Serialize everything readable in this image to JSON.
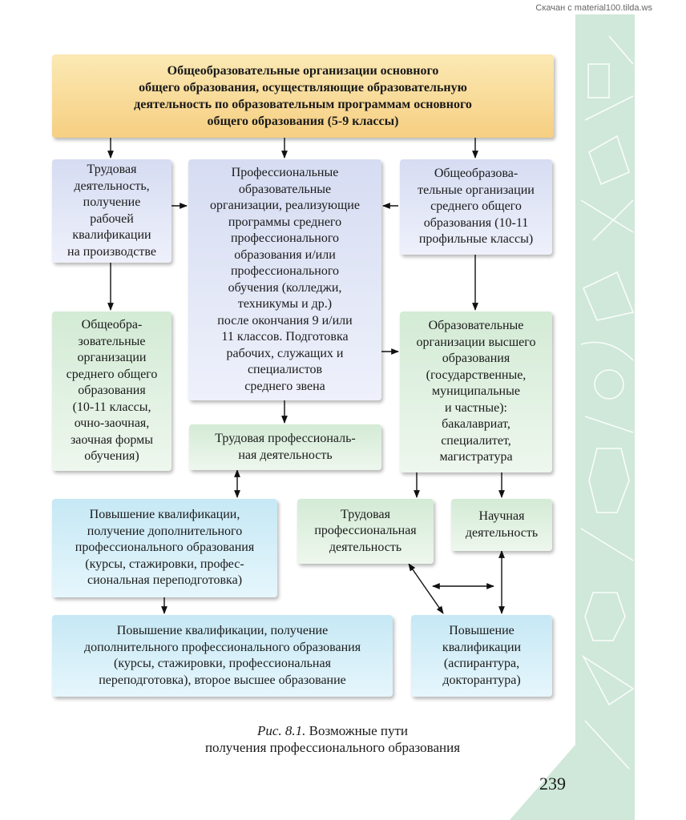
{
  "watermark": "Скачан с material100.tilda.ws",
  "boxes": {
    "top": "Общеобразовательные организации основного\nобщего образования, осуществляющие образовательную\nдеятельность по образовательным программам основного\nобщего образования (5-9 классы)",
    "labor_work": "Трудовая\nдеятельность,\nполучение\nрабочей\nквалификации\nна производстве",
    "vocational_orgs": "Профессиональные\nобразовательные\nорганизации, реализующие\nпрограммы среднего\nпрофессионального\nобразования и/или\nпрофессионального\nобучения (колледжи,\nтехникумы и др.)\nпосле окончания 9 и/или\n11 классов. Подготовка\nрабочих, служащих и\nспециалистов\nсреднего звена",
    "general_profile": "Общеобразова-\nтельные организации\nсреднего общего\nобразования (10-11\nпрофильные классы)",
    "general_parttime": "Общеобра-\nзовательные\nорганизации\nсреднего общего\nобразования\n(10-11 классы,\nочно-заочная,\nзаочная формы\nобучения)",
    "labor_prof_mid": "Трудовая профессиональ-\nная деятельность",
    "higher_ed": "Образовательные\nорганизации высшего\nобразования\n(государственные,\nмуниципальные\nи частные):\nбакалавриат,\nспециалитет,\nмагистратура",
    "qualification_1": "Повышение квалификации,\nполучение дополнительного\nпрофессионального образования\n(курсы, стажировки, профес-\nсиональная переподготовка)",
    "labor_prof_right": "Трудовая\nпрофессиональная\nдеятельность",
    "science": "Научная\nдеятельность",
    "qualification_2": "Повышение квалификации, получение\nдополнительного профессионального образования\n(курсы, стажировки, профессиональная\nпереподготовка), второе высшее образование",
    "postgrad": "Повышение\nквалификации\n(аспирантура,\nдокторантура)"
  },
  "caption": {
    "fig_label": "Рис. 8.1.",
    "line1": "Возможные пути",
    "line2": "получения профессионального образования"
  },
  "page_number": "239",
  "colors": {
    "orange_box": "#f6cf82",
    "blue_box": "#d6dcf2",
    "green_box": "#d3ebd5",
    "cyan_box": "#c6e8f5",
    "margin_strip": "#cfe8d9"
  }
}
